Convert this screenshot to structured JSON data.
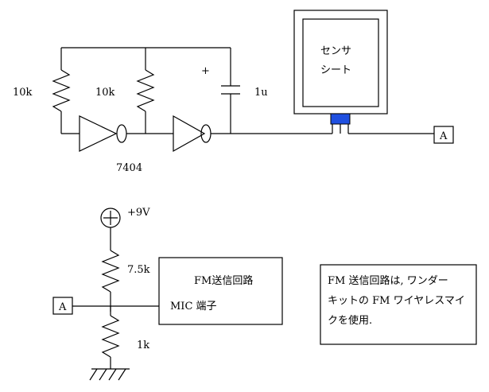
{
  "top_circuit": {
    "resistor1_label": "10k",
    "resistor2_label": "10k",
    "capacitor_polarity": "+",
    "capacitor_label": "1u",
    "ic_label": "7404",
    "sensor_line1": "センサ",
    "sensor_line2": "シート",
    "connector_label": "A",
    "sensor_connector_color": "#1f4fe0"
  },
  "bottom_circuit": {
    "supply_label": "+9V",
    "resistor_top_label": "7.5k",
    "resistor_bottom_label": "1k",
    "connector_label": "A",
    "fm_block_title": "FM送信回路",
    "fm_block_input": "MIC 端子"
  },
  "note": {
    "line1": "FM 送信回路は, ワンダー",
    "line2": "キットの FM ワイヤレスマイ",
    "line3": "クを使用."
  }
}
